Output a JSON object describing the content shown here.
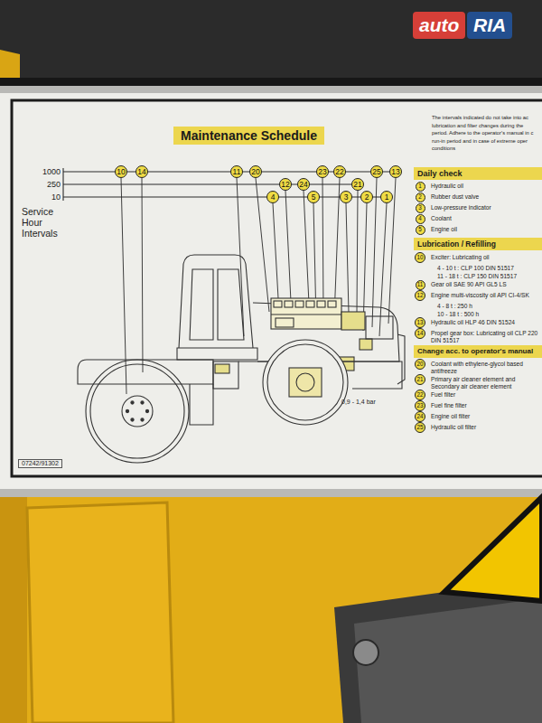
{
  "diagram": {
    "title": "Maintenance Schedule",
    "nodes": [
      {
        "text": [
          "10"
        ]
      },
      {
        "text": [
          "14"
        ]
      },
      {
        "text": [
          "11"
        ]
      },
      {
        "text": [
          "20"
        ]
      },
      {
        "text": [
          "23"
        ]
      },
      {
        "text": [
          "22"
        ]
      },
      {
        "text": [
          "25"
        ]
      },
      {
        "text": [
          "13"
        ]
      },
      {
        "text": [
          "12"
        ]
      },
      {
        "text": [
          "24"
        ]
      },
      {
        "text": [
          "21"
        ]
      },
      {
        "text": [
          "4"
        ]
      },
      {
        "text": [
          "5"
        ]
      },
      {
        "text": [
          "3"
        ]
      },
      {
        "text": [
          "2"
        ]
      },
      {
        "text": [
          "1"
        ]
      },
      {
        "text": [
          "Daily check"
        ]
      },
      {
        "text": [
          "1"
        ]
      },
      {
        "text": [
          "2"
        ]
      },
      {
        "text": [
          "3"
        ]
      },
      {
        "text": [
          "4"
        ]
      },
      {
        "text": [
          "5"
        ]
      },
      {
        "text": [
          "Lubrication / Refilling"
        ]
      },
      {
        "text": [
          "10"
        ]
      },
      {
        "text": [
          "11"
        ]
      },
      {
        "text": [
          "12"
        ]
      },
      {
        "text": [
          "13"
        ]
      },
      {
        "text": [
          "14"
        ]
      },
      {
        "text": [
          "Change acc. to operator's manual"
        ]
      },
      {
        "text": [
          "20"
        ]
      },
      {
        "text": [
          "21"
        ]
      },
      {
        "text": [
          "22"
        ]
      },
      {
        "text": [
          "23"
        ]
      },
      {
        "text": [
          "24"
        ]
      },
      {
        "text": [
          "25"
        ]
      }
    ],
    "labels": [
      "auto",
      "RIA",
      "The intervals indicated do not take into ac",
      "lubrication and filter changes during the",
      "period. Adhere to the operator's manual in c",
      "run-in period and in case of extreme oper",
      "conditions",
      "1000",
      "250",
      "10",
      "Service Hour Intervals",
      "Hydraulic oil",
      "Rubber dust valve",
      "Low-pressure indicator",
      "Coolant",
      "Engine oil",
      "Exciter: Lubricating oil",
      "4 - 10 t : CLP 100 DIN 51517",
      "11 - 18 t : CLP 150 DIN 51517",
      "Gear oil SAE 90 API GL5 LS",
      "Engine multi-viscosity oil API CI-4/SK",
      "4 - 8 t : 250 h",
      "10 - 18 t : 500 h",
      "Hydraulic oil HLP 46 DIN 51524",
      "Propel gear box: Lubricating oil CLP 220 DIN 51517",
      "Coolant with ethylene-glycol based antifreeze",
      "Primary air cleaner element and Secondary air cleaner element",
      "Fuel filter",
      "Fuel fine filter",
      "Engine oil filter",
      "Hydraulic oil filter",
      "0,9 - 1,4 bar",
      "07242/91302"
    ]
  }
}
